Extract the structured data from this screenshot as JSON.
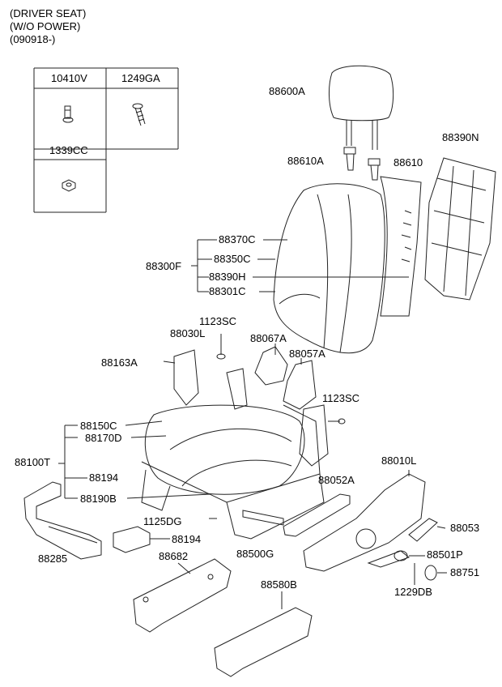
{
  "header": {
    "line1": "(DRIVER SEAT)",
    "line2": "(W/O POWER)",
    "line3": "(090918-)"
  },
  "legend_table": {
    "cells": [
      "10410V",
      "1249GA",
      "1339CC"
    ]
  },
  "callouts": [
    "88600A",
    "88610A",
    "88610",
    "88390N",
    "88370C",
    "88350C",
    "88300F",
    "88390H",
    "88301C",
    "1123SC",
    "88030L",
    "88067A",
    "88163A",
    "88057A",
    "1123SC",
    "88150C",
    "88170D",
    "88100T",
    "88194",
    "88190B",
    "88010L",
    "88052A",
    "1125DG",
    "88053",
    "88194",
    "88500G",
    "88682",
    "88501P",
    "88285",
    "88751",
    "1229DB",
    "88580B"
  ],
  "colors": {
    "line": "#222222",
    "background": "#ffffff"
  }
}
